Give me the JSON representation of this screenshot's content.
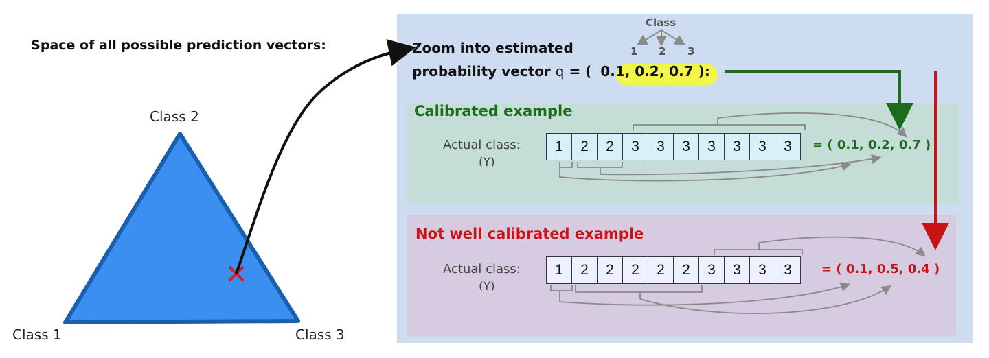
{
  "left": {
    "title": "Space of all possible prediction vectors:",
    "vertices": {
      "class1": "Class 1",
      "class2": "Class 2",
      "class3": "Class 3"
    }
  },
  "zoom": {
    "line1": "Zoom into estimated",
    "line2_prefix": "probability vector",
    "q": "q",
    "eq_open": "= (",
    "vector": "0.1, 0.2, 0.7",
    "eq_close": "):",
    "class_header": "Class",
    "class_indices": [
      "1",
      "2",
      "3"
    ]
  },
  "calibrated": {
    "title": "Calibrated example",
    "actual_label": "Actual class:",
    "y_label": "(Y)",
    "cells": [
      "1",
      "2",
      "2",
      "3",
      "3",
      "3",
      "3",
      "3",
      "3",
      "3"
    ],
    "result": "= ( 0.1, 0.2, 0.7 )"
  },
  "not_calibrated": {
    "title": "Not well calibrated example",
    "actual_label": "Actual class:",
    "y_label": "(Y)",
    "cells": [
      "1",
      "2",
      "2",
      "2",
      "2",
      "2",
      "3",
      "3",
      "3",
      "3"
    ],
    "result": "= ( 0.1, 0.5, 0.4 )"
  },
  "colors": {
    "triangle_fill": "#3a8ff0",
    "triangle_stroke": "#1a5fae",
    "calibrated_green": "#1d6b1d",
    "not_calibrated_red": "#c81414",
    "highlight": "#f3f54a"
  }
}
